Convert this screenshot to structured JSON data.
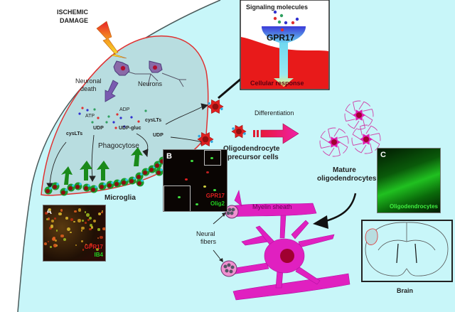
{
  "title": {
    "line1": "ISCHEMIC",
    "line2": "DAMAGE"
  },
  "lesion": {
    "neuronal_death_1": "Neuronal",
    "neuronal_death_2": "death",
    "neurons": "Neurons",
    "atp": "ATP",
    "adp": "ADP",
    "udp": "UDP",
    "udp_gluc": "UDP-gluc",
    "cyslts_left": "cysLTs",
    "cyslts_right": "cysLTs",
    "udp_right": "UDP",
    "phagocytose": "Phagocytose",
    "microglia": "Microglia"
  },
  "signaling_box": {
    "title": "Signaling molecules",
    "receptor": "GPR17",
    "response": "Cellular response"
  },
  "opc": {
    "differentiation": "Differentiation",
    "label_1": "Oligodendrocyte",
    "label_2": "precursor cells"
  },
  "mature": {
    "label_1": "Mature",
    "label_2": "oligodendrocytes"
  },
  "myelin": {
    "sheath": "Myelin sheath",
    "neural_1": "Neural",
    "neural_2": "fibers"
  },
  "brain": {
    "label": "Brain"
  },
  "panels": {
    "a": {
      "letter": "A",
      "stain_1": "GPR17",
      "stain_2": "IB4"
    },
    "b": {
      "letter": "B",
      "stain_1": "GPR17",
      "stain_2": "Olig2"
    },
    "c": {
      "letter": "C",
      "stain_1": "Oligodendrocytes"
    }
  },
  "colors": {
    "tissue": "#c8f6f9",
    "lesion": "#b8dde0",
    "lesion_border": "#e03030",
    "myelin": "#e020c0",
    "opc": "#e02020",
    "microglia": "#1a9a2a",
    "arrow_green": "#1a8a1a"
  }
}
